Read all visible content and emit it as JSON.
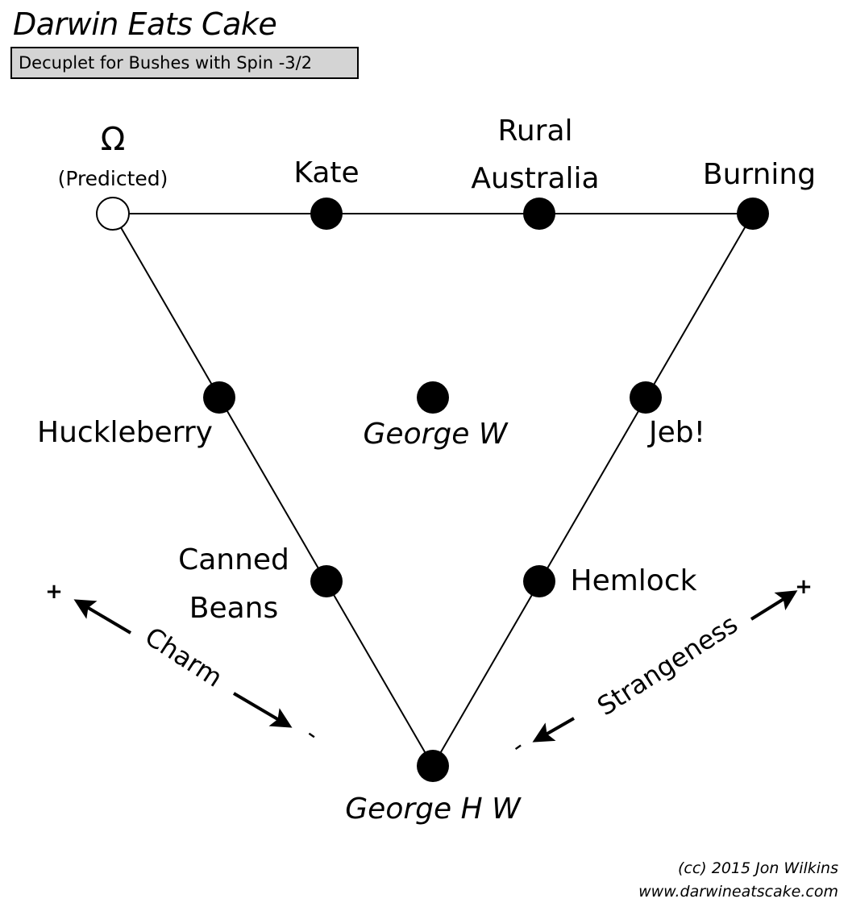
{
  "header": {
    "title": "Darwin Eats Cake",
    "subtitle": "Decuplet for Bushes with Spin -3/2"
  },
  "nodes": {
    "omega": {
      "symbol": "Ω",
      "note": "(Predicted)"
    },
    "kate": {
      "label": "Kate"
    },
    "rural_australia": {
      "line1": "Rural",
      "line2": "Australia"
    },
    "burning": {
      "label": "Burning"
    },
    "huckleberry": {
      "label": "Huckleberry"
    },
    "george_w": {
      "label": "George W"
    },
    "jeb": {
      "label": "Jeb!"
    },
    "canned_beans": {
      "line1": "Canned",
      "line2": "Beans"
    },
    "hemlock": {
      "label": "Hemlock"
    },
    "george_hw": {
      "label": "George H W"
    }
  },
  "axes": {
    "charm": {
      "label": "Charm",
      "plus": "+",
      "minus": "-"
    },
    "strangeness": {
      "label": "Strangeness",
      "plus": "+",
      "minus": "-"
    }
  },
  "footer": {
    "copyright": "(cc) 2015 Jon Wilkins",
    "url": "www.darwineatscake.com"
  }
}
